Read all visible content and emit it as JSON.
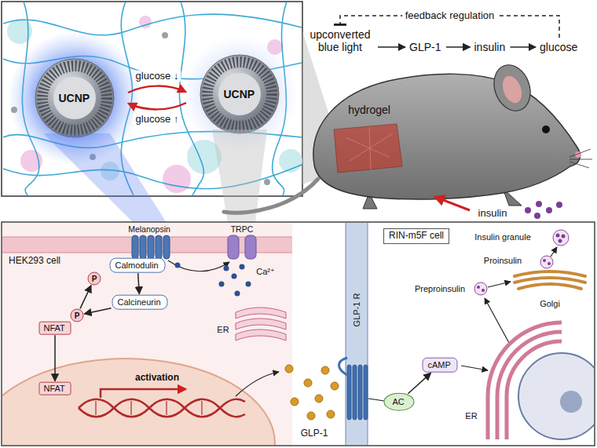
{
  "diagram": {
    "nodes": [
      {
        "text": [
          "UCNP"
        ]
      },
      {
        "text": [
          "UCNP"
        ]
      },
      {
        "text": [
          "upconverted blue light"
        ]
      },
      {
        "text": [
          "GLP-1"
        ]
      },
      {
        "text": [
          "insulin"
        ]
      },
      {
        "text": [
          "glucose"
        ]
      },
      {
        "text": [
          "HEK293 cell"
        ]
      },
      {
        "text": [
          "Calmodulin"
        ],
        "in": 6
      },
      {
        "text": [
          "Calcineurin"
        ],
        "in": 6
      },
      {
        "text": [
          "P"
        ],
        "in": 6
      },
      {
        "text": [
          "P"
        ],
        "in": 6
      },
      {
        "text": [
          "NFAT"
        ],
        "in": 6
      },
      {
        "text": [
          "NFAT"
        ],
        "in": 6
      },
      {
        "text": [
          "RIN-m5F cell"
        ]
      },
      {
        "text": [
          "AC"
        ],
        "in": 13
      },
      {
        "text": [
          "cAMP"
        ],
        "in": 13
      }
    ],
    "edges": [
      {
        "from": 2,
        "to": 3,
        "arrow": "to"
      },
      {
        "from": 3,
        "to": 4,
        "arrow": "to"
      },
      {
        "from": 4,
        "to": 5,
        "arrow": "to"
      },
      {
        "from": 5,
        "to": 2,
        "label": "feedback regulation",
        "arrow": "to"
      },
      {
        "from": 7,
        "to": 8,
        "arrow": "to"
      },
      {
        "from": 8,
        "to": 10,
        "arrow": "to"
      },
      {
        "from": 10,
        "to": 9,
        "arrow": "to"
      },
      {
        "from": 11,
        "to": 12,
        "arrow": "to"
      },
      {
        "from": 14,
        "to": 15,
        "arrow": "to"
      }
    ],
    "labels": [
      "glucose ↓",
      "glucose ↑",
      "hydrogel",
      "insulin",
      "Melanopsin",
      "TRPC",
      "Ca²⁺",
      "ER",
      "activation",
      "GLP-1",
      "GLP-1 R",
      "ER",
      "Preproinsulin",
      "Proinsulin",
      "Insulin granule",
      "Golgi"
    ]
  }
}
